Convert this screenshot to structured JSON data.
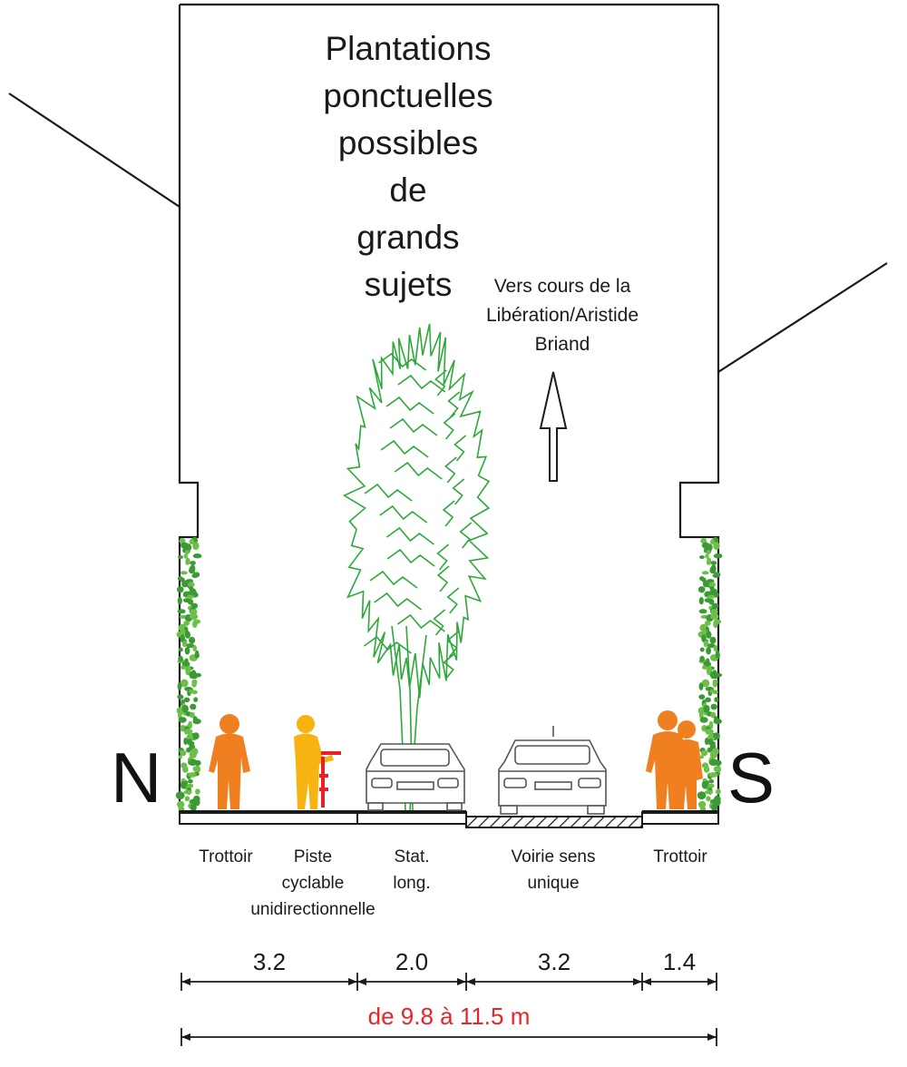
{
  "title_lines": [
    "Plantations",
    "ponctuelles",
    "possibles",
    "de",
    "grands",
    "sujets"
  ],
  "direction_lines": [
    "Vers cours de la",
    "Libération/Aristide",
    "Briand"
  ],
  "compass": {
    "left": "N",
    "right": "S"
  },
  "zones": [
    {
      "lines": [
        "Trottoir"
      ]
    },
    {
      "lines": [
        "Piste",
        "cyclable",
        "unidirectionnelle"
      ]
    },
    {
      "lines": [
        "Stat.",
        "long."
      ]
    },
    {
      "lines": [
        "Voirie sens",
        "unique"
      ]
    },
    {
      "lines": [
        "Trottoir"
      ]
    }
  ],
  "dimensions": [
    "3.2",
    "2.0",
    "3.2",
    "1.4"
  ],
  "total_label": "de 9.8 à 11.5 m",
  "colors": {
    "pedestrian": "#f07f1f",
    "cyclist": "#f6b312",
    "bicycle": "#e8202a",
    "tree": "#2ea83a",
    "hedge": "#3c9a34",
    "total_label": "#e3262a",
    "line": "#1a1a1a"
  }
}
